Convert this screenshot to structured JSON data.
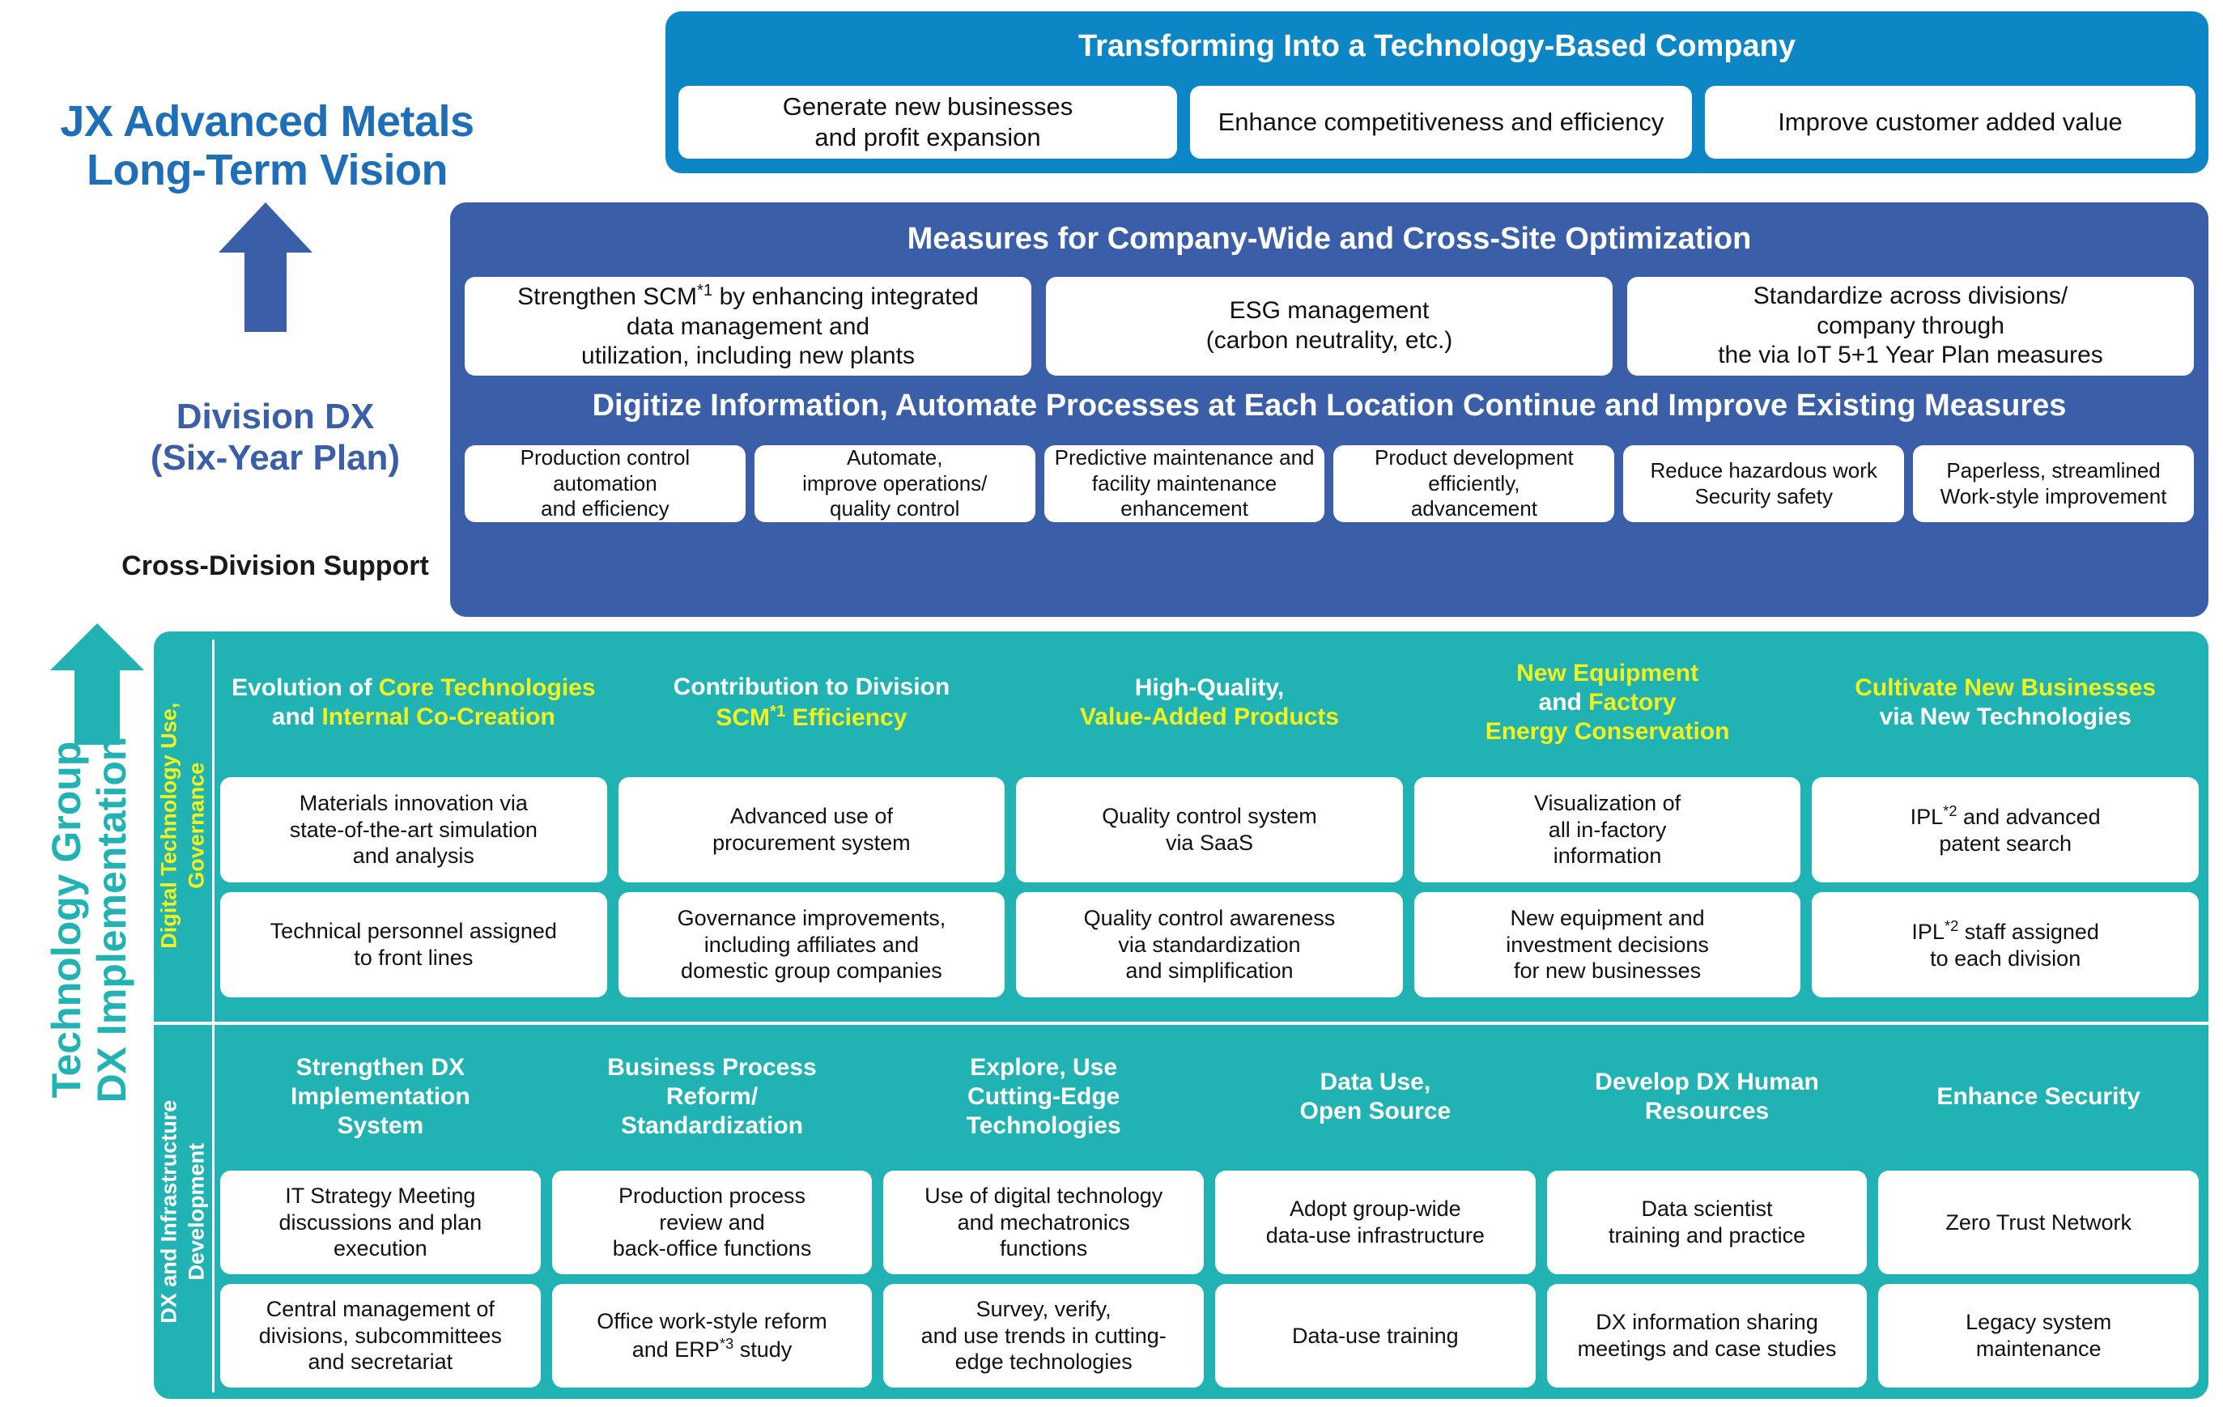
{
  "left": {
    "vision_line1": "JX Advanced Metals",
    "vision_line2": "Long-Term Vision",
    "division_line1": "Division DX",
    "division_line2": "(Six-Year Plan)",
    "cross_division_support": "Cross-Division Support",
    "tech_group_line1": "Technology Group",
    "tech_group_line2": "DX Implementation",
    "arrow_blue_icon": "up-arrow-icon",
    "arrow_teal_icon": "up-arrow-icon"
  },
  "blue_panel": {
    "title": "Transforming Into a Technology-Based Company",
    "items": [
      "Generate new businesses\nand profit expansion",
      "Enhance competitiveness and efficiency",
      "Improve customer added value"
    ]
  },
  "navy_panel": {
    "title1": "Measures for Company-Wide and Cross-Site Optimization",
    "row1": [
      "Strengthen SCM*1 by enhancing integrated\ndata management and\nutilization, including new plants",
      "ESG management\n(carbon neutrality, etc.)",
      "Standardize across divisions/\ncompany through\nthe via IoT 5+1 Year Plan measures"
    ],
    "title2": "Digitize Information, Automate Processes at Each Location Continue and Improve Existing Measures",
    "row2": [
      "Production control\nautomation\nand efficiency",
      "Automate,\nimprove operations/\nquality control",
      "Predictive maintenance and\nfacility maintenance\nenhancement",
      "Product development\nefficiently,\nadvancement",
      "Reduce hazardous work\nSecurity safety",
      "Paperless, streamlined\nWork-style improvement"
    ]
  },
  "teal_panel": {
    "side_label_a_line1": "Digital Technology Use,",
    "side_label_a_line2": "Governance",
    "side_label_b_line1": "DX and Infrastructure",
    "side_label_b_line2": "Development",
    "section_a_columns": [
      {
        "header_parts": [
          {
            "text": "Evolution of ",
            "highlight": false
          },
          {
            "text": "Core Technologies",
            "highlight": true
          },
          {
            "text": "\n",
            "highlight": false
          },
          {
            "text": "and ",
            "highlight": false
          },
          {
            "text": "Internal Co-Creation",
            "highlight": true
          }
        ],
        "cells": [
          "Materials innovation via\nstate-of-the-art simulation\nand analysis",
          "Technical personnel assigned\nto front lines"
        ]
      },
      {
        "header_parts": [
          {
            "text": "Contribution to Division",
            "highlight": false
          },
          {
            "text": "\n",
            "highlight": false
          },
          {
            "text": "SCM*1 Efficiency",
            "highlight": true
          }
        ],
        "cells": [
          "Advanced use of\nprocurement system",
          "Governance improvements,\nincluding affiliates and\ndomestic group companies"
        ]
      },
      {
        "header_parts": [
          {
            "text": "High-Quality,",
            "highlight": false
          },
          {
            "text": "\n",
            "highlight": false
          },
          {
            "text": "Value-Added Products",
            "highlight": true
          }
        ],
        "cells": [
          "Quality control system\nvia SaaS",
          "Quality control awareness\nvia standardization\nand simplification"
        ]
      },
      {
        "header_parts": [
          {
            "text": "New Equipment",
            "highlight": true
          },
          {
            "text": "\n",
            "highlight": false
          },
          {
            "text": "and ",
            "highlight": false
          },
          {
            "text": "Factory",
            "highlight": true
          },
          {
            "text": "\n",
            "highlight": false
          },
          {
            "text": "Energy Conservation",
            "highlight": true
          }
        ],
        "cells": [
          "Visualization of\nall in-factory\ninformation",
          "New equipment and\ninvestment decisions\nfor new businesses"
        ]
      },
      {
        "header_parts": [
          {
            "text": "Cultivate New Businesses",
            "highlight": true
          },
          {
            "text": "\n",
            "highlight": false
          },
          {
            "text": "via New Technologies",
            "highlight": false
          }
        ],
        "cells": [
          "IPL*2 and advanced\npatent search",
          "IPL*2 staff assigned\nto each division"
        ]
      }
    ],
    "section_b_columns": [
      {
        "header": "Strengthen DX\nImplementation\nSystem",
        "cells": [
          "IT Strategy Meeting\ndiscussions and plan\nexecution",
          "Central management of\ndivisions, subcommittees\nand secretariat"
        ]
      },
      {
        "header": "Business Process\nReform/\nStandardization",
        "cells": [
          "Production process\nreview and\nback-office functions",
          "Office work-style reform\nand ERP*3 study"
        ]
      },
      {
        "header": "Explore, Use\nCutting-Edge\nTechnologies",
        "cells": [
          "Use of digital technology\nand mechatronics\nfunctions",
          "Survey, verify,\nand use trends in cutting-\nedge technologies"
        ]
      },
      {
        "header": "Data Use,\nOpen Source",
        "cells": [
          "Adopt group-wide\ndata-use infrastructure",
          "Data-use training"
        ]
      },
      {
        "header": "Develop DX Human\nResources",
        "cells": [
          "Data scientist\ntraining and practice",
          "DX information sharing\nmeetings and case studies"
        ]
      },
      {
        "header": "Enhance Security",
        "cells": [
          "Zero Trust Network",
          "Legacy system\nmaintenance"
        ]
      }
    ]
  },
  "colors": {
    "light_blue": "#0D86C5",
    "navy_blue": "#3B5EA8",
    "teal": "#21B3B3",
    "highlight_yellow": "#F2F21E",
    "vision_blue": "#1F6FB8",
    "box_white": "#FFFFFF",
    "text_black": "#111111"
  }
}
